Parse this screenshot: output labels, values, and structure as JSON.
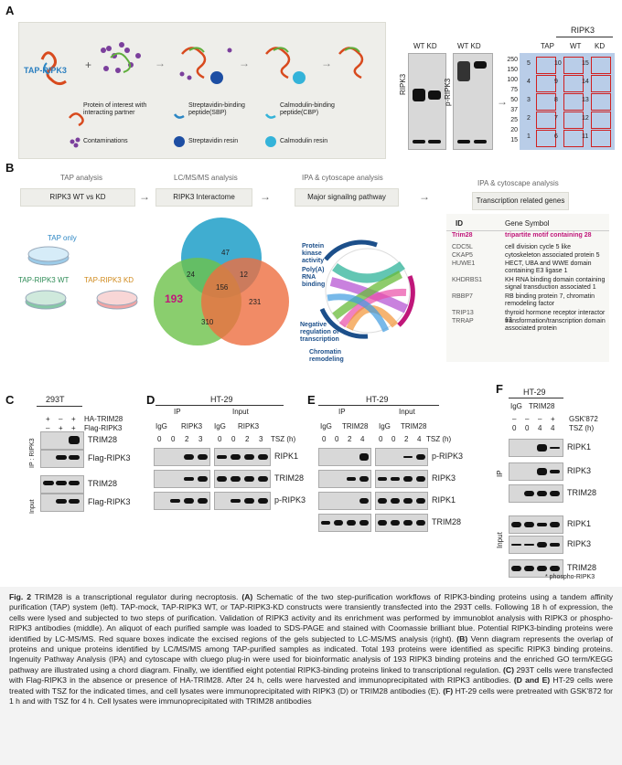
{
  "panelA": {
    "letter": "A",
    "tap_label": "TAP-RIPK3",
    "legend": {
      "protein": "Protein of interest with interacting partner",
      "contam": "Contaminations",
      "sbp": "Streptavidin-binding peptide(SBP)",
      "strep_resin": "Streptavidin resin",
      "cbp": "Calmodulin-binding peptide(CBP)",
      "cal_resin": "Calmodulin resin"
    },
    "blot1": {
      "cols": "WT KD",
      "side": "RIPK3"
    },
    "blot2": {
      "cols": "WT KD",
      "side": "p-RIPK3"
    },
    "gel": {
      "title": "RIPK3",
      "cols": [
        "TAP",
        "WT",
        "KD"
      ],
      "markers": [
        "250",
        "150",
        "100",
        "75",
        "50",
        "37",
        "25",
        "20",
        "15"
      ],
      "lane_tap": [
        "5",
        "4",
        "3",
        "2",
        "1"
      ],
      "lane_wt": [
        "10",
        "9",
        "8",
        "7",
        "6"
      ],
      "lane_kd": [
        "15",
        "14",
        "13",
        "12",
        "11"
      ]
    }
  },
  "panelB": {
    "letter": "B",
    "headers": [
      "TAP analysis",
      "LC/MS/MS analysis",
      "IPA & cytoscape analysis",
      "IPA & cytoscape analysis"
    ],
    "boxes": [
      "RIPK3 WT vs KD",
      "RIPK3 Interactome",
      "Major signailng pathway",
      "Transcription related genes"
    ],
    "dish_labels": {
      "tap_only": "TAP only",
      "wt": "TAP-RIPK3 WT",
      "kd": "TAP-RIPK3 KD"
    },
    "venn": {
      "n47": "47",
      "n24": "24",
      "n12": "12",
      "n156": "156",
      "n193": "193",
      "n310": "310",
      "n231": "231"
    },
    "table": {
      "col_id": "ID",
      "col_sym": "Gene Symbol",
      "rows": [
        {
          "id": "Trim28",
          "sym": "tripartite motif containing 28"
        },
        {
          "id": "CDC5L",
          "sym": "cell division cycle 5 like"
        },
        {
          "id": "CKAP5",
          "sym": "cytoskeleton associated protein 5"
        },
        {
          "id": "HUWE1",
          "sym": "HECT, UBA and WWE domain containing E3 ligase 1"
        },
        {
          "id": "KHDRBS1",
          "sym": "KH RNA binding domain containing signal transduction associated 1"
        },
        {
          "id": "RBBP7",
          "sym": "RB binding protein 7, chromatin remodeling factor"
        },
        {
          "id": "TRIP13",
          "sym": "thyroid hormone receptor interactor 13"
        },
        {
          "id": "TRRAP",
          "sym": "transformation/transcription domain associated protein"
        }
      ]
    },
    "chord_labels": [
      "Protein kinase activity",
      "Poly(A) RNA binding",
      "Negative regulation of transcription",
      "Chromatin remodeling"
    ]
  },
  "panelC": {
    "letter": "C",
    "cell": "293T",
    "row1_label": "HA-TRIM28",
    "row1_vals": [
      "+",
      "–",
      "+"
    ],
    "row2_label": "Flag-RIPK3",
    "row2_vals": [
      "–",
      "+",
      "+"
    ],
    "ip_label": "IP : RIPK3",
    "input_label": "Input",
    "blots": [
      "TRIM28",
      "Flag-RIPK3",
      "TRIM28",
      "Flag-RIPK3"
    ]
  },
  "panelD": {
    "letter": "D",
    "cell": "HT-29",
    "ip": "IP",
    "input": "Input",
    "cols": [
      "IgG",
      "RIPK3",
      "IgG",
      "RIPK3"
    ],
    "times": [
      "0",
      "0",
      "2",
      "3",
      "0",
      "0",
      "2",
      "3"
    ],
    "tsz": "TSZ (h)",
    "blots": [
      "RIPK1",
      "TRIM28",
      "p-RIPK3"
    ]
  },
  "panelE": {
    "letter": "E",
    "cell": "HT-29",
    "ip": "IP",
    "input": "Input",
    "cols": [
      "IgG",
      "TRIM28",
      "IgG",
      "TRIM28"
    ],
    "times": [
      "0",
      "0",
      "2",
      "4",
      "0",
      "0",
      "2",
      "4"
    ],
    "tsz": "TSZ (h)",
    "blots": [
      "p-RIPK3",
      "RIPK3",
      "RIPK1",
      "TRIM28"
    ]
  },
  "panelF": {
    "letter": "F",
    "cell": "HT-29",
    "cols": [
      "IgG",
      "TRIM28"
    ],
    "gsk": "GSK'872",
    "gsk_vals": [
      "–",
      "–",
      "–",
      "+"
    ],
    "tsz": "TSZ (h)",
    "tsz_vals": [
      "0",
      "0",
      "4",
      "4"
    ],
    "ip": "IP",
    "input": "Input",
    "blots": [
      "RIPK1",
      "RIPK3",
      "TRIM28",
      "RIPK1",
      "RIPK3",
      "TRIM28"
    ],
    "footnote": "* phospho-RIPK3"
  },
  "caption": {
    "fig": "Fig. 2",
    "title": " TRIM28 is a transcriptional regulator during necroptosis. ",
    "a_lbl": "(A)",
    "a_txt": " Schematic of the two step-purification workflows of RIPK3-binding proteins using a tandem affinity purification (TAP) system (left). TAP-mock, TAP-RIPK3 WT, or TAP-RIPK3-KD constructs were transiently transfected into the 293T cells. Following 18 h of expression, the cells were lysed and subjected to two steps of purification. Validation of RIPK3 activity and its enrichment was performed by immunoblot analysis with RIPK3 or phospho-RIPK3 antibodies (middle). An aliquot of each purified sample was loaded to SDS-PAGE and stained with Coomassie brilliant blue. Potential RIPK3-binding proteins were identified by LC-MS/MS. Red square boxes indicate the excised regions of the gels subjected to LC-MS/MS analysis (right). ",
    "b_lbl": "(B)",
    "b_txt": " Venn diagram represents the overlap of proteins and unique proteins identified by LC/MS/MS among TAP-purified samples as indicated. Total 193 proteins were identified as specific RIPK3 binding proteins. Ingenuity Pathway Analysis (IPA) and cytoscape with cluego plug-in were used for bioinformatic analysis of 193 RIPK3 binding proteins and the enriched GO term/KEGG pathway are illustrated using a chord diagram. Finally, we identified eight potential RIPK3-binding proteins linked to transcriptional regulation. ",
    "c_lbl": "(C)",
    "c_txt": " 293T cells were transfected with Flag-RIPK3 in the absence or presence of HA-TRIM28. After 24 h, cells were harvested and immunoprecipitated with RIPK3 antibodies. ",
    "de_lbl": "(D and E)",
    "de_txt": " HT-29 cells were treated with TSZ for the indicated times, and cell lysates were immunoprecipitated with RIPK3 (D) or TRIM28 antibodies (E). ",
    "f_lbl": "(F)",
    "f_txt": " HT-29 cells were pretreated with GSK'872 for 1 h and with TSZ for 4 h. Cell lysates were immunoprecipitated with TRIM28 antibodies"
  }
}
